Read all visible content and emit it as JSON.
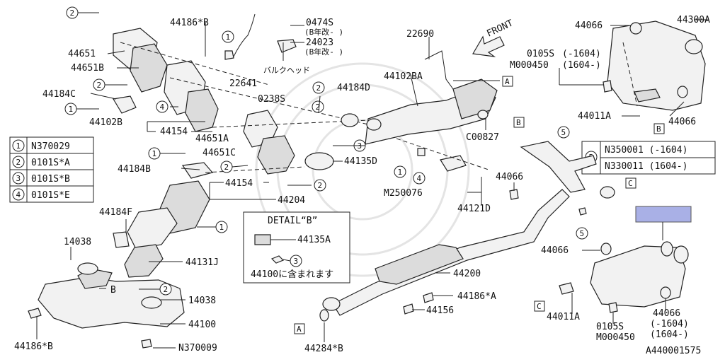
{
  "diagram_id": "A440001575",
  "front_label": "FRONT",
  "legend_left": [
    {
      "num": "1",
      "part": "N370029"
    },
    {
      "num": "2",
      "part": "0101S*A"
    },
    {
      "num": "3",
      "part": "0101S*B"
    },
    {
      "num": "4",
      "part": "0101S*E"
    }
  ],
  "legend_right": [
    {
      "num": "5",
      "part": "N350001 (-1604)"
    },
    {
      "num": "",
      "part": "N330011 (1604-)"
    }
  ],
  "detail": {
    "title": "DETAIL“B”",
    "part_a": "44135A",
    "callout": "3",
    "note": "44100に含まれます"
  },
  "labels": {
    "p44186B_top": "44186*B",
    "p0474S": "0474S",
    "p0474S_note": "(B年改- )",
    "p24023": "24023",
    "p24023_note": "(B年改- )",
    "bulkhead": "バルクヘッド",
    "p22690": "22690",
    "p44651": "44651",
    "p44651B": "44651B",
    "p22641": "22641",
    "p0238S": "0238S",
    "p44184D": "44184D",
    "p44102BA": "44102BA",
    "p44184C": "44184C",
    "p44102B": "44102B",
    "p44154_top": "44154",
    "p44651A": "44651A",
    "p44651C": "44651C",
    "p44135D": "44135D",
    "p44184B": "44184B",
    "p44154_mid": "44154",
    "p44204": "44204",
    "p44184F": "44184F",
    "p14038_a": "14038",
    "p44131J": "44131J",
    "B_mark": "B",
    "p14038_b": "14038",
    "p44100": "44100",
    "p44186B_bot": "44186*B",
    "pN370009": "N370009",
    "pC00827": "C00827",
    "pM250076": "M250076",
    "p44121D": "44121D",
    "p44066_mid": "44066",
    "p44200": "44200",
    "p44186A": "44186*A",
    "p44156": "44156",
    "p44284B": "44284*B",
    "p44066_tl": "44066",
    "p44300A": "44300A",
    "p0105S_top": "0105S",
    "pM000450_top": "M000450",
    "range1_top": "(-1604)",
    "range2_top": "(1604-)",
    "p44011A_top": "44011A",
    "p44066_tr": "44066",
    "p44066_low": "44066",
    "p44011A_bot": "44011A",
    "p0105S_bot": "0105S",
    "pM000450_bot": "M000450",
    "p44066_br": "44066",
    "range1_bot": "(-1604)",
    "range2_bot": "(1604-)"
  },
  "ref_marks": {
    "A": "A",
    "B": "B",
    "C": "C"
  },
  "callouts": {
    "c1": "1",
    "c2": "2",
    "c3": "3",
    "c4": "4",
    "c5": "5"
  },
  "colors": {
    "highlight": "#a9b0e6",
    "line": "#222222"
  }
}
